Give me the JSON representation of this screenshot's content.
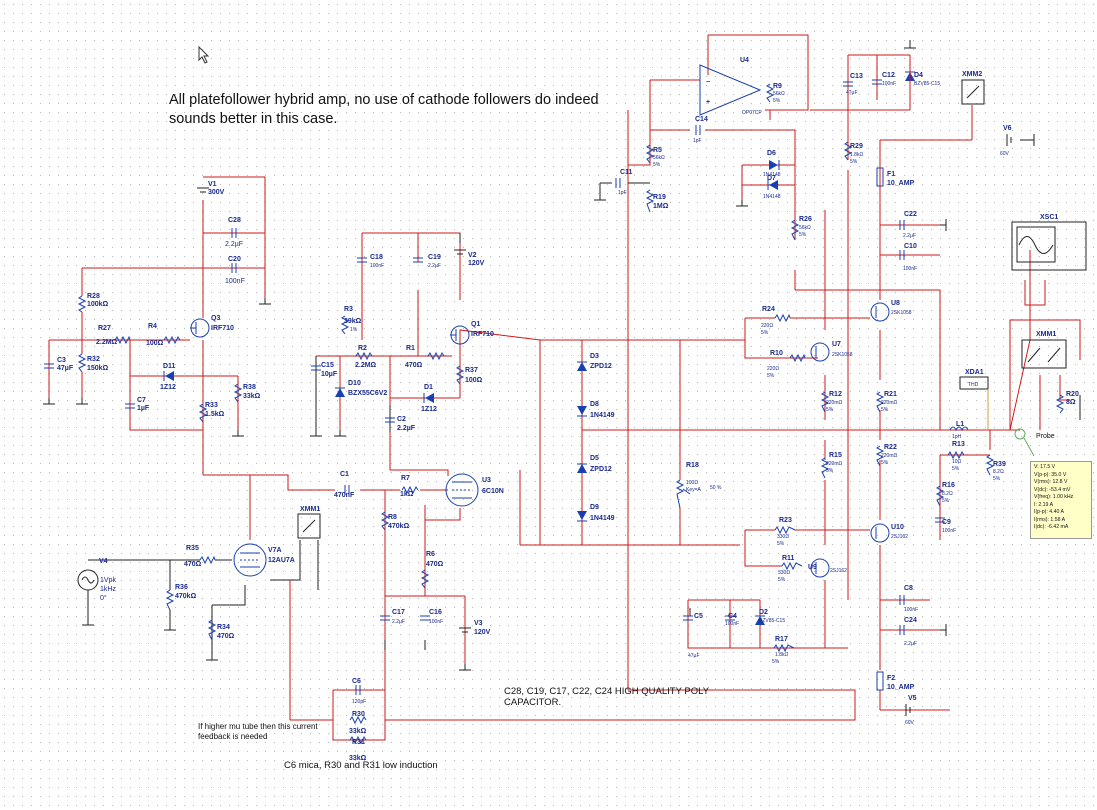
{
  "notes": {
    "main": "All platefollower hybrid amp, no use of cathode followers do indeed sounds better in this case.",
    "capacitors": "C28, C19, C17, C22, C24 HIGH QUALITY POLY CAPACITOR.",
    "mu": "If higher mu tube then this current feedback is needed",
    "c6": "C6 mica, R30 and R31 low induction"
  },
  "components": {
    "V1": {
      "name": "V1",
      "value": "300V"
    },
    "C28": {
      "name": "C28",
      "value": "2.2µF"
    },
    "C20": {
      "name": "C20",
      "value": "100nF"
    },
    "R28": {
      "name": "R28",
      "value": "100kΩ"
    },
    "R27": {
      "name": "R27",
      "value": "2.2MΩ"
    },
    "R4": {
      "name": "R4",
      "value": "100Ω"
    },
    "Q3": {
      "name": "Q3",
      "value": "IRF710"
    },
    "C3": {
      "name": "C3",
      "value": "47µF"
    },
    "R32": {
      "name": "R32",
      "value": "150kΩ"
    },
    "D11": {
      "name": "D11",
      "value": "1Z12"
    },
    "R38": {
      "name": "R38",
      "value": "33kΩ"
    },
    "C7": {
      "name": "C7",
      "value": "1µF"
    },
    "R33": {
      "name": "R33",
      "value": "1.5kΩ"
    },
    "C18": {
      "name": "C18",
      "value": "100nF"
    },
    "C19": {
      "name": "C19",
      "value": "2.2µF"
    },
    "V2": {
      "name": "V2",
      "value": "120V"
    },
    "R3": {
      "name": "R3",
      "value": "39kΩ",
      "tol": "1%"
    },
    "Q1": {
      "name": "Q1",
      "value": "IRF710"
    },
    "C15": {
      "name": "C15",
      "value": "10µF"
    },
    "R2": {
      "name": "R2",
      "value": "2.2MΩ"
    },
    "R1": {
      "name": "R1",
      "value": "470Ω"
    },
    "R37": {
      "name": "R37",
      "value": "100Ω"
    },
    "D10": {
      "name": "D10",
      "value": "BZX55C6V2"
    },
    "D1": {
      "name": "D1",
      "value": "1Z12"
    },
    "C2": {
      "name": "C2",
      "value": "2.2µF"
    },
    "C1": {
      "name": "C1",
      "value": "470nF"
    },
    "R7": {
      "name": "R7",
      "value": "1kΩ"
    },
    "U3": {
      "name": "U3",
      "value": "6C10N"
    },
    "R8": {
      "name": "R8",
      "value": "470kΩ"
    },
    "R6": {
      "name": "R6",
      "value": "470Ω"
    },
    "C17": {
      "name": "C17",
      "value": "2.2µF"
    },
    "C16": {
      "name": "C16",
      "value": "100nF"
    },
    "V3": {
      "name": "V3",
      "value": "120V"
    },
    "V4": {
      "name": "V4",
      "value": "1Vpk",
      "freq": "1kHz",
      "phase": "0°"
    },
    "R35": {
      "name": "R35",
      "value": "470Ω"
    },
    "V7A": {
      "name": "V7A",
      "value": "12AU7A"
    },
    "R36": {
      "name": "R36",
      "value": "470kΩ"
    },
    "R34": {
      "name": "R34",
      "value": "470Ω"
    },
    "C6": {
      "name": "C6",
      "value": "120pF"
    },
    "R30": {
      "name": "R30",
      "value": "33kΩ"
    },
    "R31": {
      "name": "R31",
      "value": "33kΩ"
    },
    "U4": {
      "name": "U4",
      "value": "OP07CP"
    },
    "R9": {
      "name": "R9",
      "value": "56kΩ",
      "tol": "5%"
    },
    "C14": {
      "name": "C14",
      "value": "1pF"
    },
    "R5": {
      "name": "R5",
      "value": "56kΩ",
      "tol": "5%"
    },
    "C11": {
      "name": "C11",
      "value": "1pF"
    },
    "R19": {
      "name": "R19",
      "value": "1MΩ"
    },
    "D6": {
      "name": "D6",
      "value": "1N4148"
    },
    "D7": {
      "name": "D7",
      "value": "1N4148"
    },
    "C13": {
      "name": "C13",
      "value": "47µF"
    },
    "C12": {
      "name": "C12",
      "value": "100nF"
    },
    "D4": {
      "name": "D4",
      "value": "BZV85-C15"
    },
    "XMM2": {
      "name": "XMM2"
    },
    "V6": {
      "name": "V6",
      "value": "60V"
    },
    "R29": {
      "name": "R29",
      "value": "1.8kΩ",
      "tol": "5%"
    },
    "F1": {
      "name": "F1",
      "value": "10_AMP"
    },
    "C22": {
      "name": "C22",
      "value": "2.2µF"
    },
    "C10": {
      "name": "C10",
      "value": "100nF"
    },
    "R26": {
      "name": "R26",
      "value": "56kΩ",
      "tol": "5%"
    },
    "XSC1": {
      "name": "XSC1"
    },
    "U8": {
      "name": "U8",
      "value": "2SK1058"
    },
    "R24": {
      "name": "R24",
      "value": "220Ω",
      "tol": "5%"
    },
    "U7": {
      "name": "U7",
      "value": "2SK1058"
    },
    "R10": {
      "name": "R10",
      "value": "220Ω",
      "tol": "5%"
    },
    "D3": {
      "name": "D3",
      "value": "ZPD12"
    },
    "D8": {
      "name": "D8",
      "value": "1N4149"
    },
    "D5": {
      "name": "D5",
      "value": "ZPD12"
    },
    "D9": {
      "name": "D9",
      "value": "1N4149"
    },
    "R12": {
      "name": "R12",
      "value": "220mΩ",
      "tol": "5%"
    },
    "R21": {
      "name": "R21",
      "value": "220mΩ",
      "tol": "5%"
    },
    "XDA1": {
      "name": "XDA1",
      "value": "THD"
    },
    "XMM1": {
      "name": "XMM1"
    },
    "R20": {
      "name": "R20",
      "value": "8Ω"
    },
    "L1": {
      "name": "L1",
      "value": "1pH"
    },
    "R13": {
      "name": "R13",
      "value": "10Ω",
      "tol": "5%"
    },
    "R39": {
      "name": "R39",
      "value": "8.2Ω",
      "tol": "5%"
    },
    "R15": {
      "name": "R15",
      "value": "220mΩ",
      "tol": "5%"
    },
    "R22": {
      "name": "R22",
      "value": "220mΩ",
      "tol": "5%"
    },
    "R16": {
      "name": "R16",
      "value": "8.2Ω",
      "tol": "5%"
    },
    "C9": {
      "name": "C9",
      "value": "100nF"
    },
    "R18": {
      "name": "R18",
      "value": "100Ω",
      "key": "Key=A",
      "pct": "50 %"
    },
    "R23": {
      "name": "R23",
      "value": "330Ω",
      "tol": "5%"
    },
    "U10": {
      "name": "U10",
      "value": "2SJ162"
    },
    "R11": {
      "name": "R11",
      "value": "330Ω",
      "tol": "5%"
    },
    "U9": {
      "name": "U9",
      "value": "2SJ162"
    },
    "C5": {
      "name": "C5",
      "value": "47µF"
    },
    "C4": {
      "name": "C4",
      "value": "100nF"
    },
    "D2": {
      "name": "D2",
      "value": "BZV85-C15"
    },
    "R17": {
      "name": "R17",
      "value": "1.8kΩ",
      "tol": "5%"
    },
    "C8": {
      "name": "C8",
      "value": "100nF"
    },
    "C24": {
      "name": "C24",
      "value": "2.2µF"
    },
    "F2": {
      "name": "F2",
      "value": "10_AMP"
    },
    "V5": {
      "name": "V5",
      "value": "60V"
    }
  },
  "probe": {
    "label": "Probe",
    "readout": [
      "V: 17.5 V",
      "V(p-p): 35.0 V",
      "V(rms): 12.8 V",
      "V(dc): -53.4 mV",
      "V(freq): 1.00 kHz",
      "I: 2.19 A",
      "I(p-p): 4.40 A",
      "I(rms): 1.58 A",
      "I(dc): -6.42 mA"
    ]
  },
  "colors": {
    "wire": "#cc1a1a",
    "symbol": "#1a3fb0",
    "text": "#1a2a8c",
    "grid": "#b9b9b9",
    "readout_bg": "#ffffc8"
  }
}
